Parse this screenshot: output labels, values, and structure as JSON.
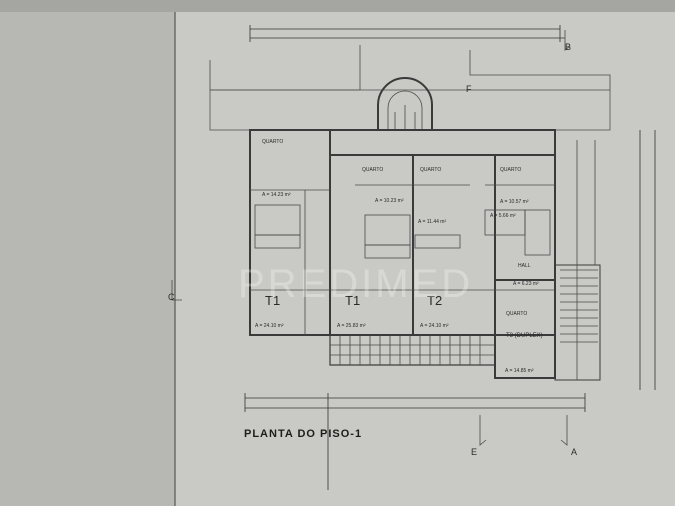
{
  "drawing": {
    "title": "PLANTA DO PISO-1",
    "watermark": "PREDIMED",
    "section_markers": [
      "B",
      "F",
      "C",
      "E",
      "A"
    ],
    "units": [
      {
        "type": "T1",
        "area": "A = 24.10 m²",
        "bedroom": "QUARTO",
        "bedroom_area": "A = 14.23 m²"
      },
      {
        "type": "T1",
        "area": "A = 25.83 m²",
        "bedroom": "QUARTO",
        "bedroom_area": "A = 10.23 m²"
      },
      {
        "type": "T2",
        "area": "A = 24.10 m²",
        "bedroom": "QUARTO",
        "bedroom_area": "A = 11.44 m²"
      },
      {
        "type": "T3 (DUPLEX)",
        "area": "A = 14.85 m²",
        "bedroom": "QUARTO",
        "bedroom_area": "A = 10.57 m²",
        "bath_area": "A = 5.66 m²",
        "hall": "HALL",
        "hall_area": "A = 6.23 m²",
        "lower_room": "QUARTO"
      }
    ]
  }
}
